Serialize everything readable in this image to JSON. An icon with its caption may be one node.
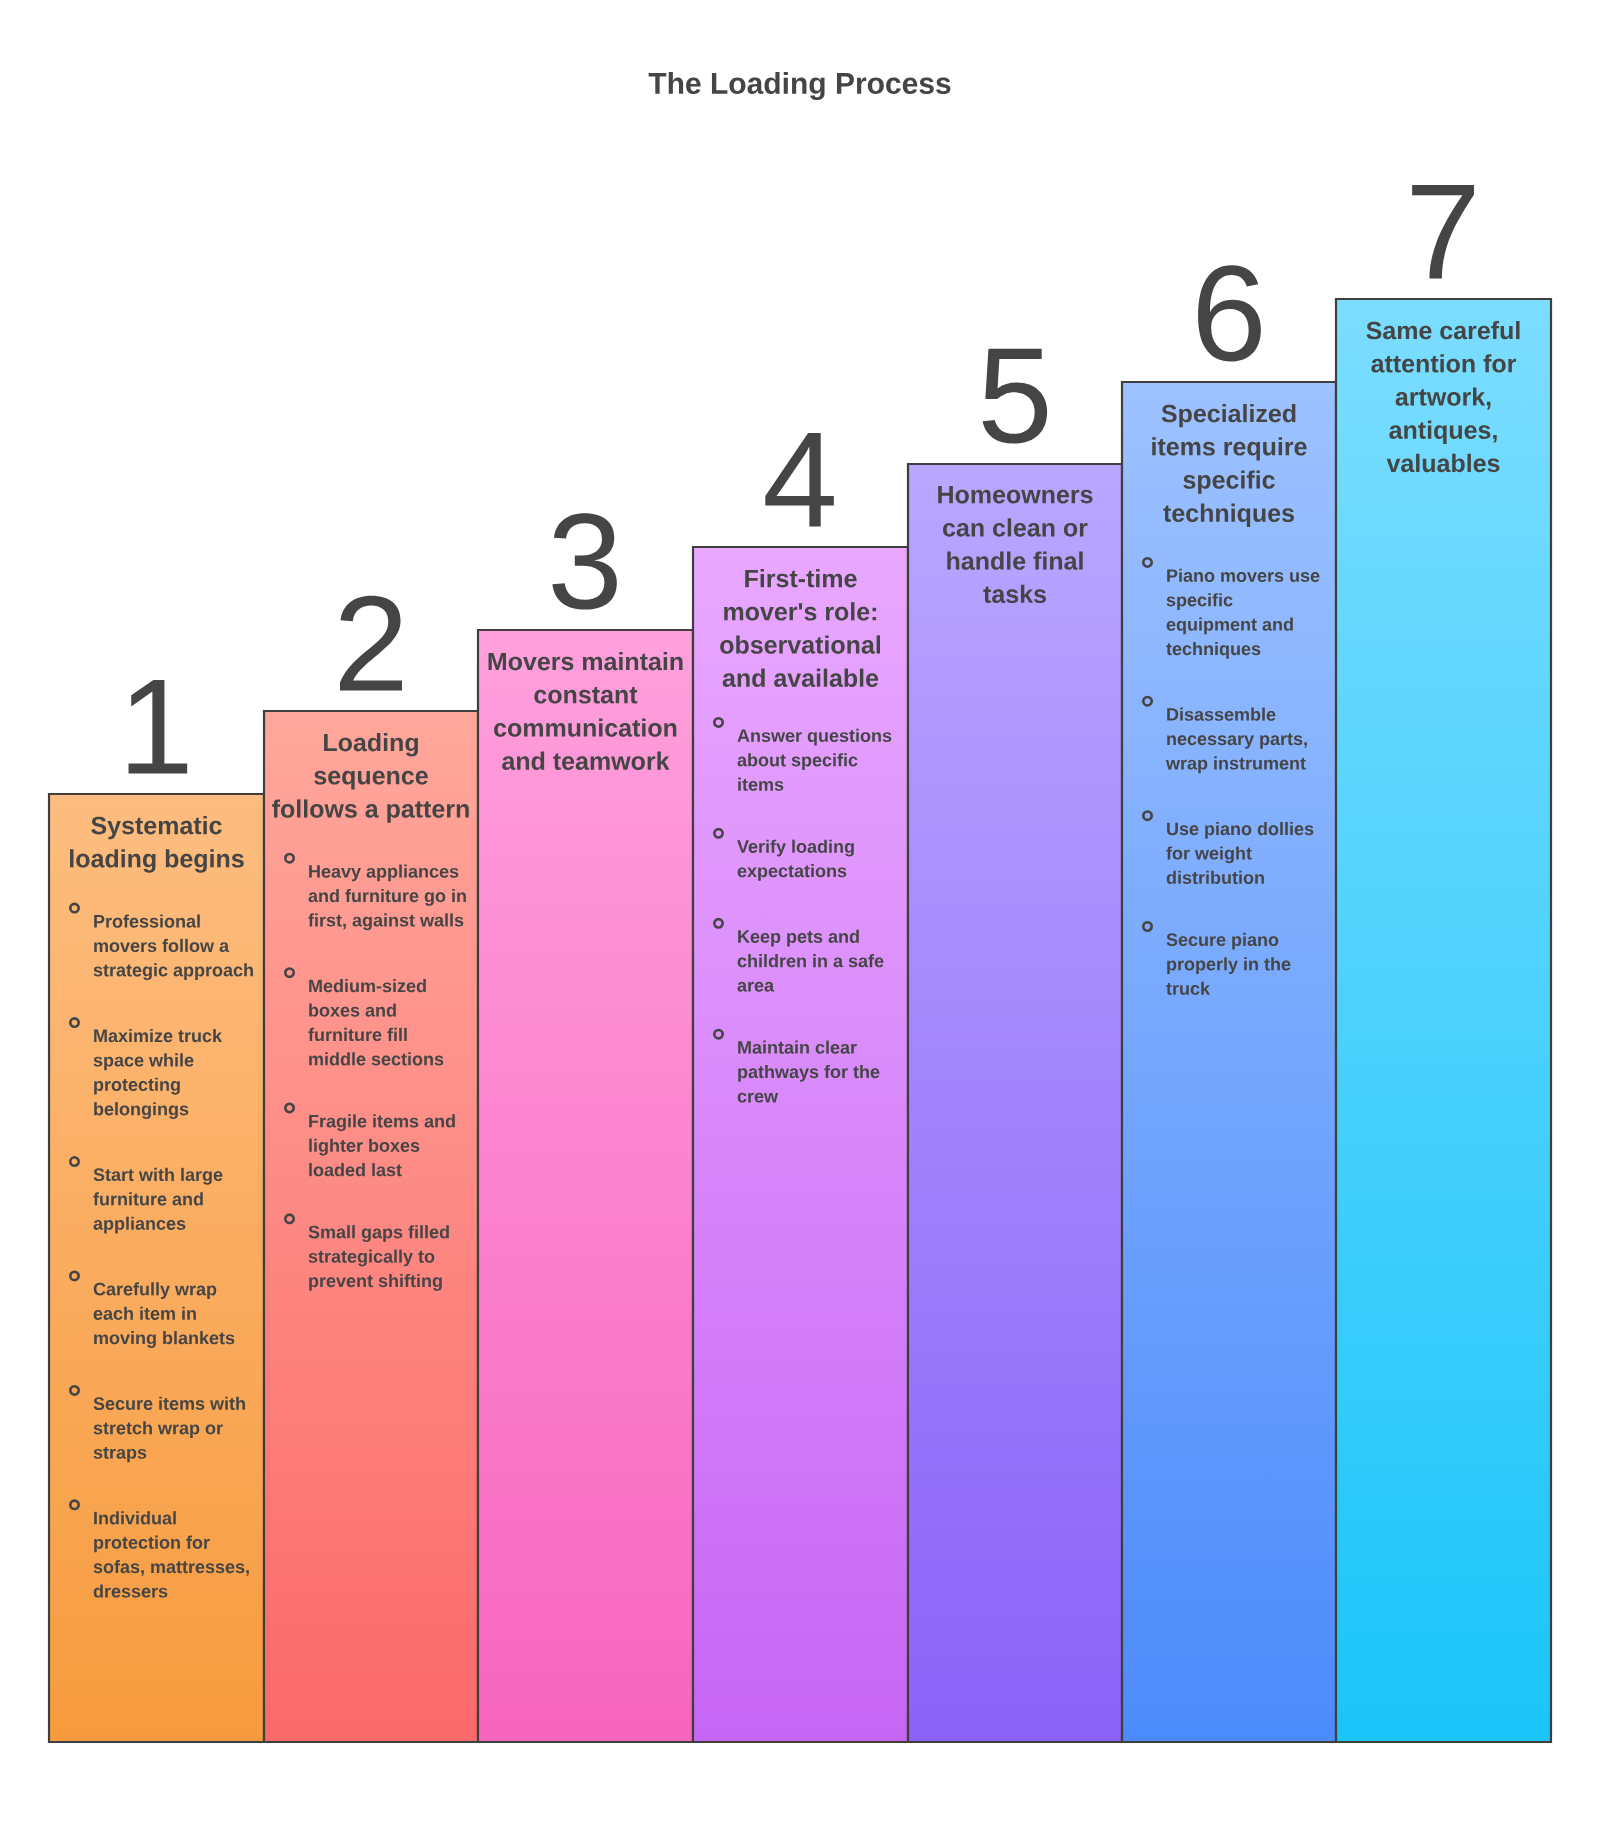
{
  "diagram": {
    "title": "The Loading Process",
    "nodes": [
      {
        "text": [
          "Systematic loading begins",
          "Professional movers follow a strategic approach",
          "Maximize truck space while protecting belongings",
          "Start with large furniture and appliances",
          "Carefully wrap each item in moving blankets",
          "Secure items with stretch wrap or straps",
          "Individual protection for sofas, mattresses, dressers"
        ],
        "beside": [
          "1"
        ]
      },
      {
        "text": [
          "Loading sequence follows a pattern",
          "Heavy appliances and furniture go in first, against walls",
          "Medium-sized boxes and furniture fill middle sections",
          "Fragile items and lighter boxes loaded last",
          "Small gaps filled strategically to prevent shifting"
        ],
        "beside": [
          "2"
        ]
      },
      {
        "text": [
          "Movers maintain constant communication and teamwork"
        ],
        "beside": [
          "3"
        ]
      },
      {
        "text": [
          "First-time mover's role: observational and available",
          "Answer questions about specific items",
          "Verify loading expectations",
          "Keep pets and children in a safe area",
          "Maintain clear pathways for the crew"
        ],
        "beside": [
          "4"
        ]
      },
      {
        "text": [
          "Homeowners can clean or handle final tasks"
        ],
        "beside": [
          "5"
        ]
      },
      {
        "text": [
          "Specialized items require specific techniques",
          "Piano movers use specific equipment and techniques",
          "Disassemble necessary parts, wrap instrument",
          "Use piano dollies for weight distribution",
          "Secure piano properly in the truck"
        ],
        "beside": [
          "6"
        ]
      },
      {
        "text": [
          "Same careful attention for artwork, antiques, valuables"
        ],
        "beside": [
          "7"
        ]
      }
    ]
  }
}
